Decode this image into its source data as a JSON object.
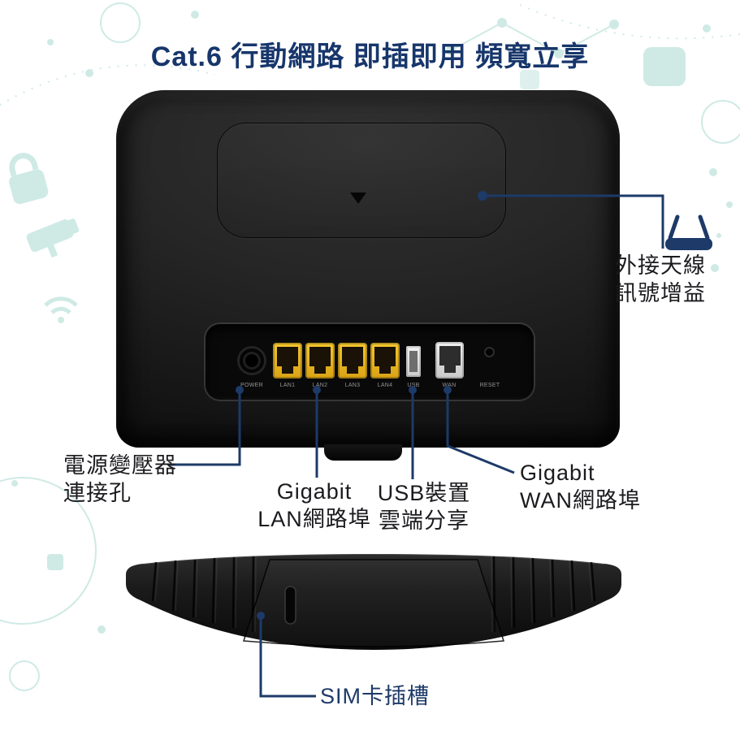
{
  "title": "Cat.6 行動網路 即插即用 頻寬立享",
  "callouts": {
    "antenna": {
      "lines": [
        "外接天線",
        "訊號增益"
      ]
    },
    "power": {
      "lines": [
        "電源變壓器",
        "連接孔"
      ]
    },
    "lan": {
      "lines": [
        "Gigabit",
        "LAN網路埠"
      ]
    },
    "usb": {
      "lines": [
        "USB裝置",
        "雲端分享"
      ]
    },
    "wan": {
      "lines": [
        "Gigabit",
        "WAN網路埠"
      ]
    },
    "sim": {
      "lines": [
        "SIM卡插槽"
      ]
    }
  },
  "device": {
    "back_port_labels": [
      "POWER",
      "LAN1",
      "LAN2",
      "LAN3",
      "LAN4",
      "USB",
      "WAN",
      "RESET"
    ]
  },
  "colors": {
    "accent_navy": "#1d3a68",
    "title_navy": "#17366b",
    "label_dark": "#1b1b1f",
    "lan_port_yellow": "#e9b425",
    "wan_port_white": "#e6e6e6",
    "decoration_teal": "#c9e6e1",
    "device_black": "#1a1a1a"
  }
}
